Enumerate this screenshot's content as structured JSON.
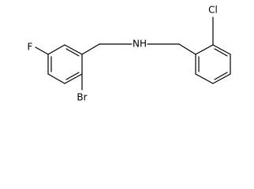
{
  "molecule": {
    "atoms": {
      "fluorine": "F",
      "bromine": "Br",
      "nitrogen_h": "NH",
      "chlorine": "Cl"
    }
  }
}
